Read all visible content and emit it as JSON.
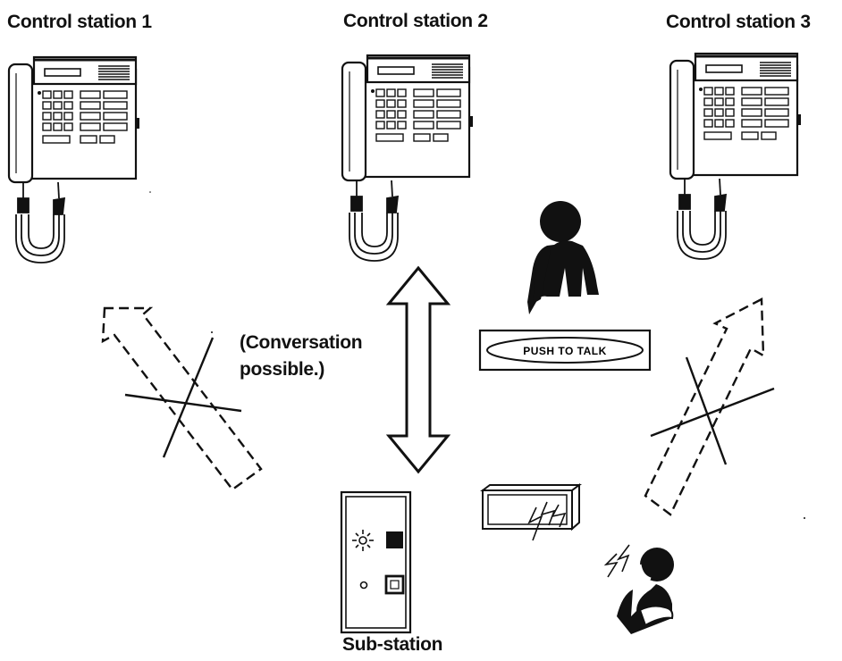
{
  "stations": [
    {
      "label": "Control station 1"
    },
    {
      "label": "Control station 2"
    },
    {
      "label": "Control station 3"
    }
  ],
  "conversation": {
    "line1": "(Conversation",
    "line2": "possible.)"
  },
  "push_to_talk": "PUSH TO TALK",
  "substation": {
    "label": "Sub-station"
  }
}
